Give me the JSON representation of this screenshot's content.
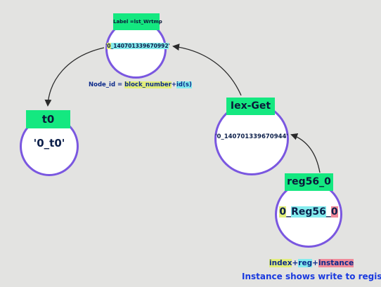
{
  "nodes": {
    "top": {
      "label": "Label =lst_Wrtmp",
      "value_parts": [
        "'",
        "0",
        "_140701339670992",
        "'"
      ]
    },
    "t0": {
      "label": "t0",
      "value": "'0_t0'"
    },
    "iex": {
      "label": "Iex-Get",
      "value": "'0_140701339670944'"
    },
    "reg": {
      "label": "reg56_0",
      "value_parts": [
        "0",
        "_",
        "Reg56",
        "_",
        "0"
      ]
    }
  },
  "formula1": {
    "text": "Node_id = ",
    "part_block": "block_number",
    "plus": "+",
    "part_id": "id(s)"
  },
  "formula2": {
    "part_index": "index",
    "plus1": "+",
    "part_reg": "reg",
    "plus2": "+",
    "part_instance": "instance"
  },
  "caption": "Instance shows write to register",
  "colors": {
    "node_border": "#7a57e0",
    "label_bg": "#14e880",
    "highlight_yellow": "#e2ee7a",
    "highlight_cyan": "#84ecee",
    "highlight_pink": "#f08a9a",
    "text_dark_blue": "#0c1f4a",
    "caption_blue": "#1a3adf"
  }
}
